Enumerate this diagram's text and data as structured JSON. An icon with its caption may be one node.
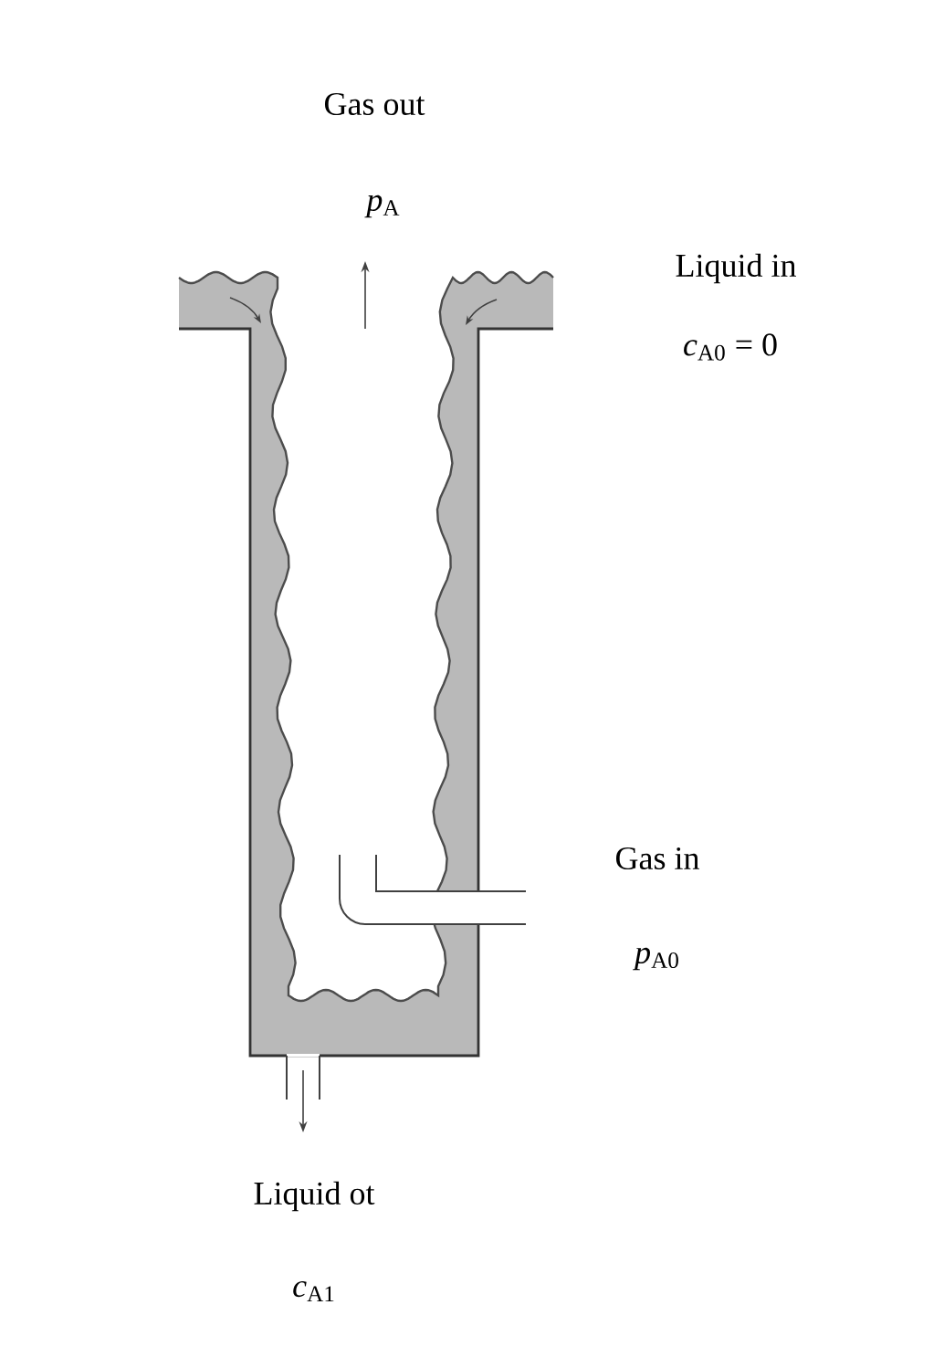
{
  "diagram": {
    "labels": [
      "Gas out",
      "*p*$_{A}$",
      "Liquid in",
      "*c*$_{A0}$ = 0",
      "Gas in",
      "*p*$_{A0}$",
      "Liquid ot",
      "*c*$_{A1}$"
    ]
  }
}
